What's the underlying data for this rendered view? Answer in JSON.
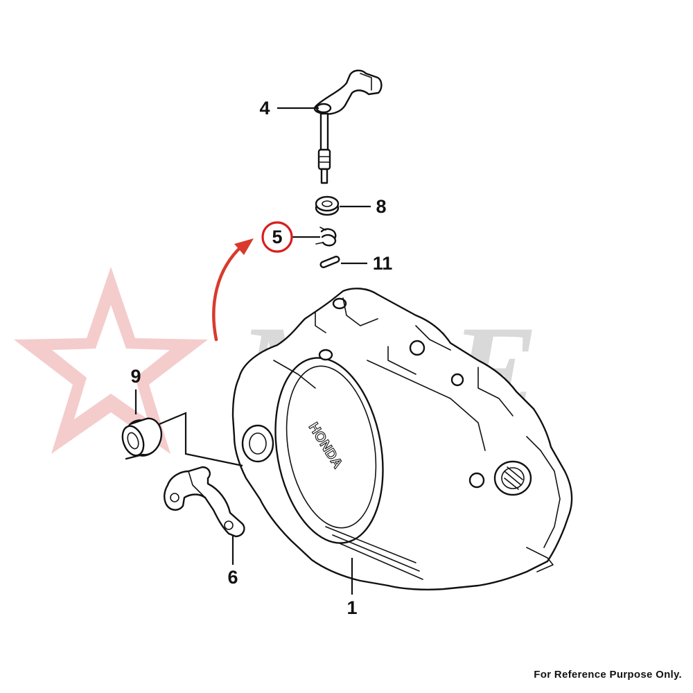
{
  "watermark": {
    "text": "MGE",
    "star_color": "#f3c7c7",
    "text_color": "#d5d5d5"
  },
  "highlight": {
    "color": "#d93a2b",
    "circle_color": "#d81e1e",
    "callout": "5"
  },
  "parts": [
    {
      "callout": "1",
      "name": "crankcase cover"
    },
    {
      "callout": "4",
      "name": "clutch lifter arm"
    },
    {
      "callout": "5",
      "name": "spring"
    },
    {
      "callout": "6",
      "name": "bracket"
    },
    {
      "callout": "8",
      "name": "oil seal"
    },
    {
      "callout": "9",
      "name": "bearing"
    },
    {
      "callout": "11",
      "name": "pin"
    }
  ],
  "cover_brand": "HONDA",
  "footer": "For Reference Purpose Only."
}
